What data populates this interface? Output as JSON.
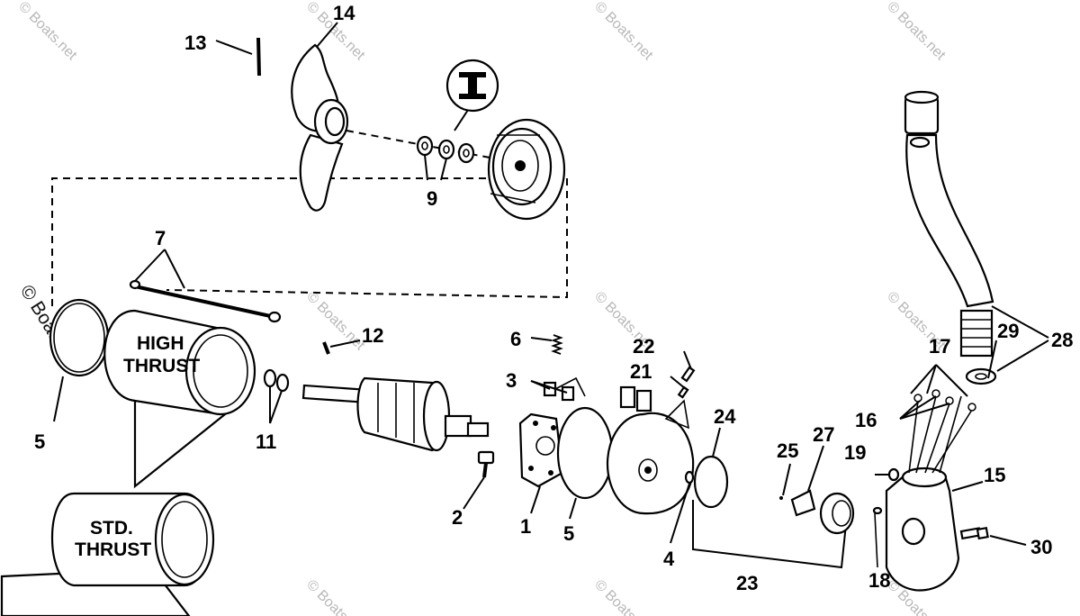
{
  "diagram": {
    "watermark": "© Boats.net",
    "captions": {
      "high_thrust_line1": "HIGH",
      "high_thrust_line2": "THRUST",
      "std_thrust_line1": "STD.",
      "std_thrust_line2": "THRUST"
    },
    "callouts": {
      "c1": "1",
      "c2": "2",
      "c3": "3",
      "c4": "4",
      "c5a": "5",
      "c5b": "5",
      "c6": "6",
      "c7": "7",
      "c9": "9",
      "c11": "11",
      "c12": "12",
      "c13": "13",
      "c14": "14",
      "c15": "15",
      "c16": "16",
      "c17": "17",
      "c18": "18",
      "c19": "19",
      "c21": "21",
      "c22": "22",
      "c23": "23",
      "c24": "24",
      "c25": "25",
      "c27": "27",
      "c28": "28",
      "c29": "29",
      "c30": "30"
    }
  }
}
